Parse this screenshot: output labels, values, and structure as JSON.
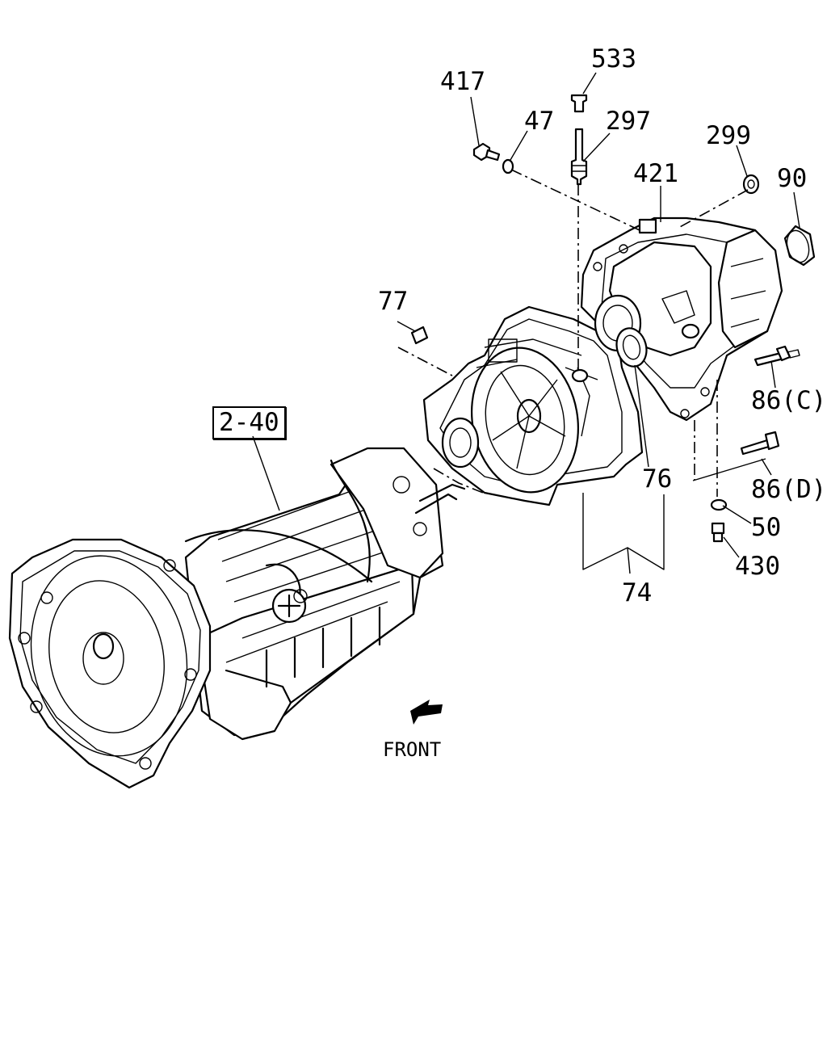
{
  "labels": {
    "p533": "533",
    "p417": "417",
    "p47": "47",
    "p297": "297",
    "p299": "299",
    "p421": "421",
    "p90": "90",
    "p77": "77",
    "p76": "76",
    "p86c": "86(C)",
    "p86d": "86(D)",
    "p50": "50",
    "p430": "430",
    "p74": "74",
    "ref": "2-40",
    "front": "FRONT"
  }
}
